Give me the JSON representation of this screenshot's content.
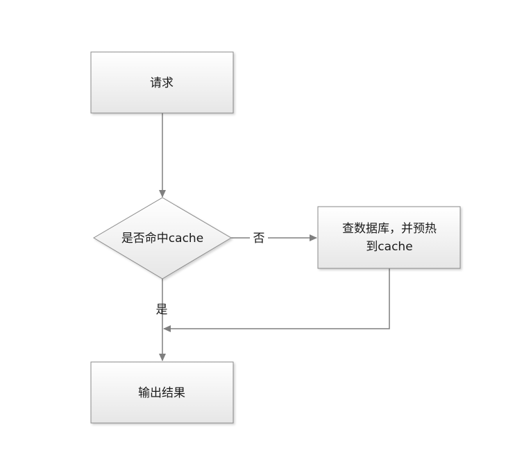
{
  "colors": {
    "node_fill_top": "#ffffff",
    "node_fill_bottom": "#e6e6e6",
    "node_stroke": "#8a8a8a",
    "edge": "#7f7f7f",
    "text": "#1a1a1a"
  },
  "nodes": {
    "request": {
      "label": "请求"
    },
    "decision": {
      "label": "是否命中cache"
    },
    "query": {
      "label_line1": "查数据库，并预热",
      "label_line2": "到cache"
    },
    "output": {
      "label": "输出结果"
    }
  },
  "edges": {
    "no_label": "否",
    "yes_label": "是"
  }
}
